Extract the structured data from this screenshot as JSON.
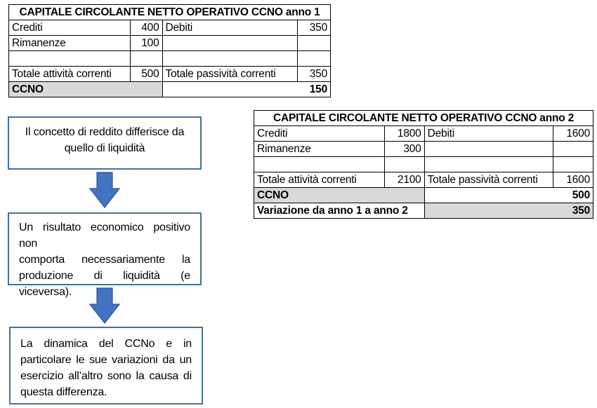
{
  "table1": {
    "title": "CAPITALE CIRCOLANTE NETTO OPERATIVO CCNO anno 1",
    "rows": [
      {
        "label_left": "Crediti",
        "value_left": "400",
        "label_right": "Debiti",
        "value_right": "350"
      },
      {
        "label_left": "Rimanenze",
        "value_left": "100",
        "label_right": "",
        "value_right": ""
      },
      {
        "label_left": "",
        "value_left": "",
        "label_right": "",
        "value_right": ""
      },
      {
        "label_left": "Totale attività correnti",
        "value_left": "500",
        "label_right": "Totale passività correnti",
        "value_right": "350"
      }
    ],
    "ccno_label": "CCNO",
    "ccno_value": "150"
  },
  "table2": {
    "title": "CAPITALE CIRCOLANTE NETTO OPERATIVO CCNO anno 2",
    "rows": [
      {
        "label_left": "Crediti",
        "value_left": "1800",
        "label_right": "Debiti",
        "value_right": "1600"
      },
      {
        "label_left": "Rimanenze",
        "value_left": "300",
        "label_right": "",
        "value_right": ""
      },
      {
        "label_left": "",
        "value_left": "",
        "label_right": "",
        "value_right": ""
      },
      {
        "label_left": "Totale attività correnti",
        "value_left": "2100",
        "label_right": "Totale passività correnti",
        "value_right": "1600"
      }
    ],
    "ccno_label": "CCNO",
    "ccno_value": "500",
    "variation_label": "Variazione da anno 1 a anno 2",
    "variation_value": "350"
  },
  "flow": {
    "box1_lines": [
      "Il concetto di reddito differisce da",
      "quello di liquidità"
    ],
    "box2_lines": [
      "Un risultato economico positivo non",
      "comporta necessariamente la",
      "produzione di liquidità (e viceversa)."
    ],
    "box3_lines": [
      "La dinamica del CCNo e in",
      "particolare le sue variazioni da un",
      "esercizio all’altro sono la causa di",
      "questa differenza."
    ],
    "arrow_color": "#4472c4",
    "box_border_color": "#41719c"
  }
}
